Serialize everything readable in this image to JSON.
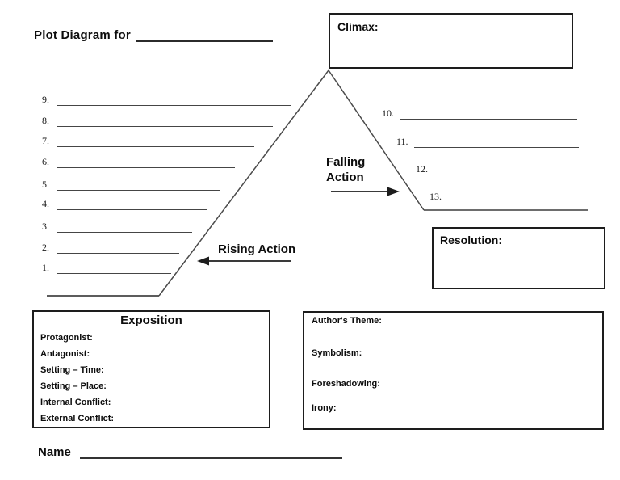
{
  "page": {
    "title_label": "Plot Diagram for",
    "name_label": "Name"
  },
  "climax": {
    "label": "Climax:"
  },
  "rising_action": {
    "label": "Rising Action"
  },
  "falling_action": {
    "label": "Falling Action"
  },
  "resolution": {
    "label": "Resolution:"
  },
  "rising_lines": [
    "9.",
    "8.",
    "7.",
    "6.",
    "5.",
    "4.",
    "3.",
    "2.",
    "1."
  ],
  "falling_lines": [
    "10.",
    "11.",
    "12.",
    "13."
  ],
  "exposition": {
    "title": "Exposition",
    "fields": [
      "Protagonist:",
      "Antagonist:",
      "Setting – Time:",
      "Setting – Place:",
      "Internal Conflict:",
      "External Conflict:"
    ]
  },
  "analysis": {
    "fields": [
      "Author's Theme:",
      "Symbolism:",
      "Foreshadowing:",
      "Irony:"
    ]
  },
  "colors": {
    "line": "#454545",
    "border": "#1d1d1d",
    "text": "#0d0d0d"
  }
}
